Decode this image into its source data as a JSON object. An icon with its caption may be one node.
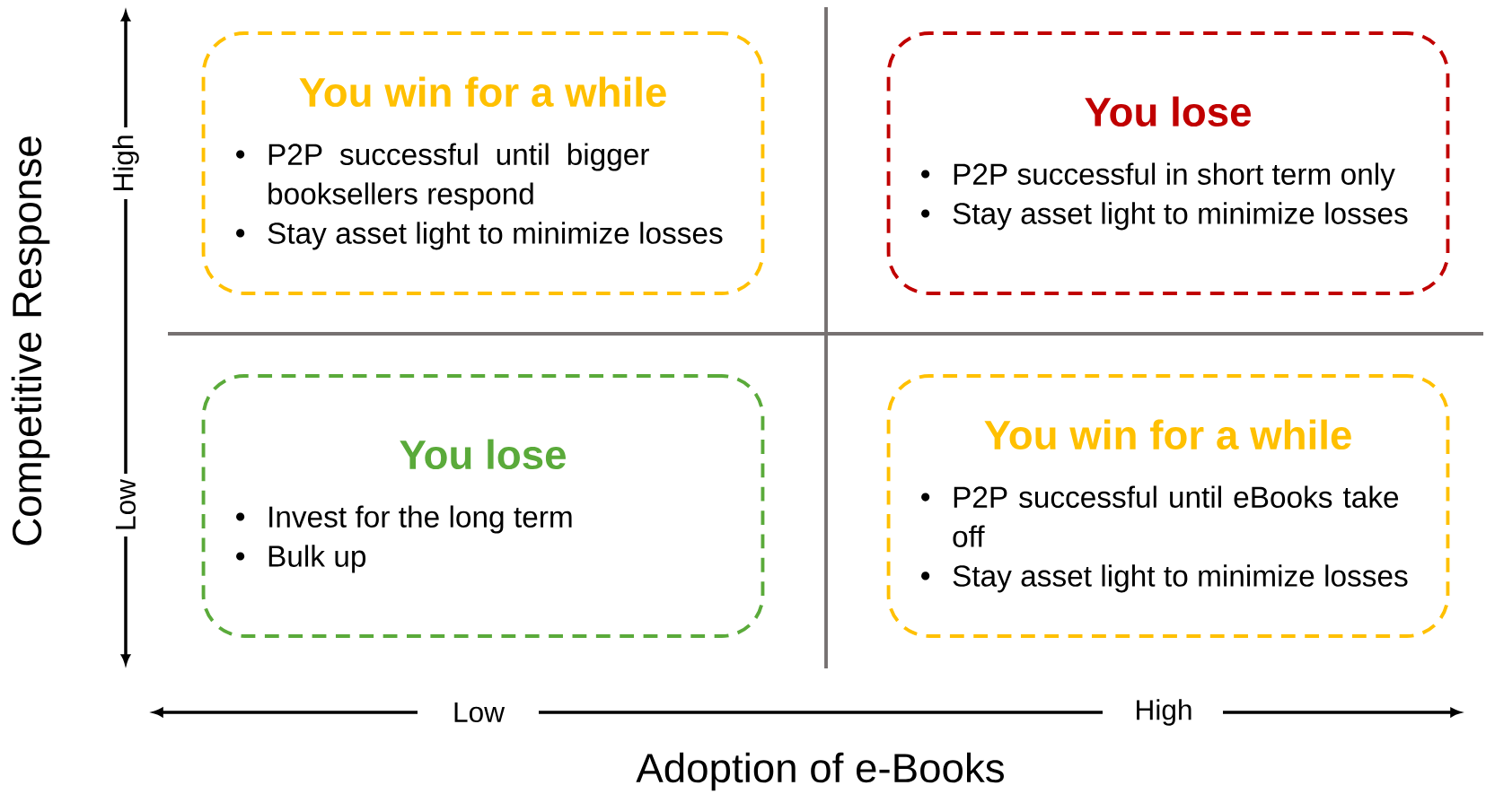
{
  "diagram": {
    "nodes": [
      {
        "text": [
          "You win for a while",
          "P2P successful until bigger booksellers respond",
          "Stay asset light to minimize losses"
        ]
      },
      {
        "text": [
          "You lose",
          "P2P successful in short term only",
          "Stay asset light to minimize losses"
        ]
      },
      {
        "text": [
          "You lose",
          "Invest for the long term",
          "Bulk up"
        ]
      },
      {
        "text": [
          "You win for a while",
          "P2P successful until eBooks take off",
          "Stay asset light to minimize losses"
        ]
      }
    ],
    "labels": [
      "Competitive Response",
      "High",
      "Low",
      "Low",
      "High",
      "Adoption of e-Books"
    ]
  }
}
